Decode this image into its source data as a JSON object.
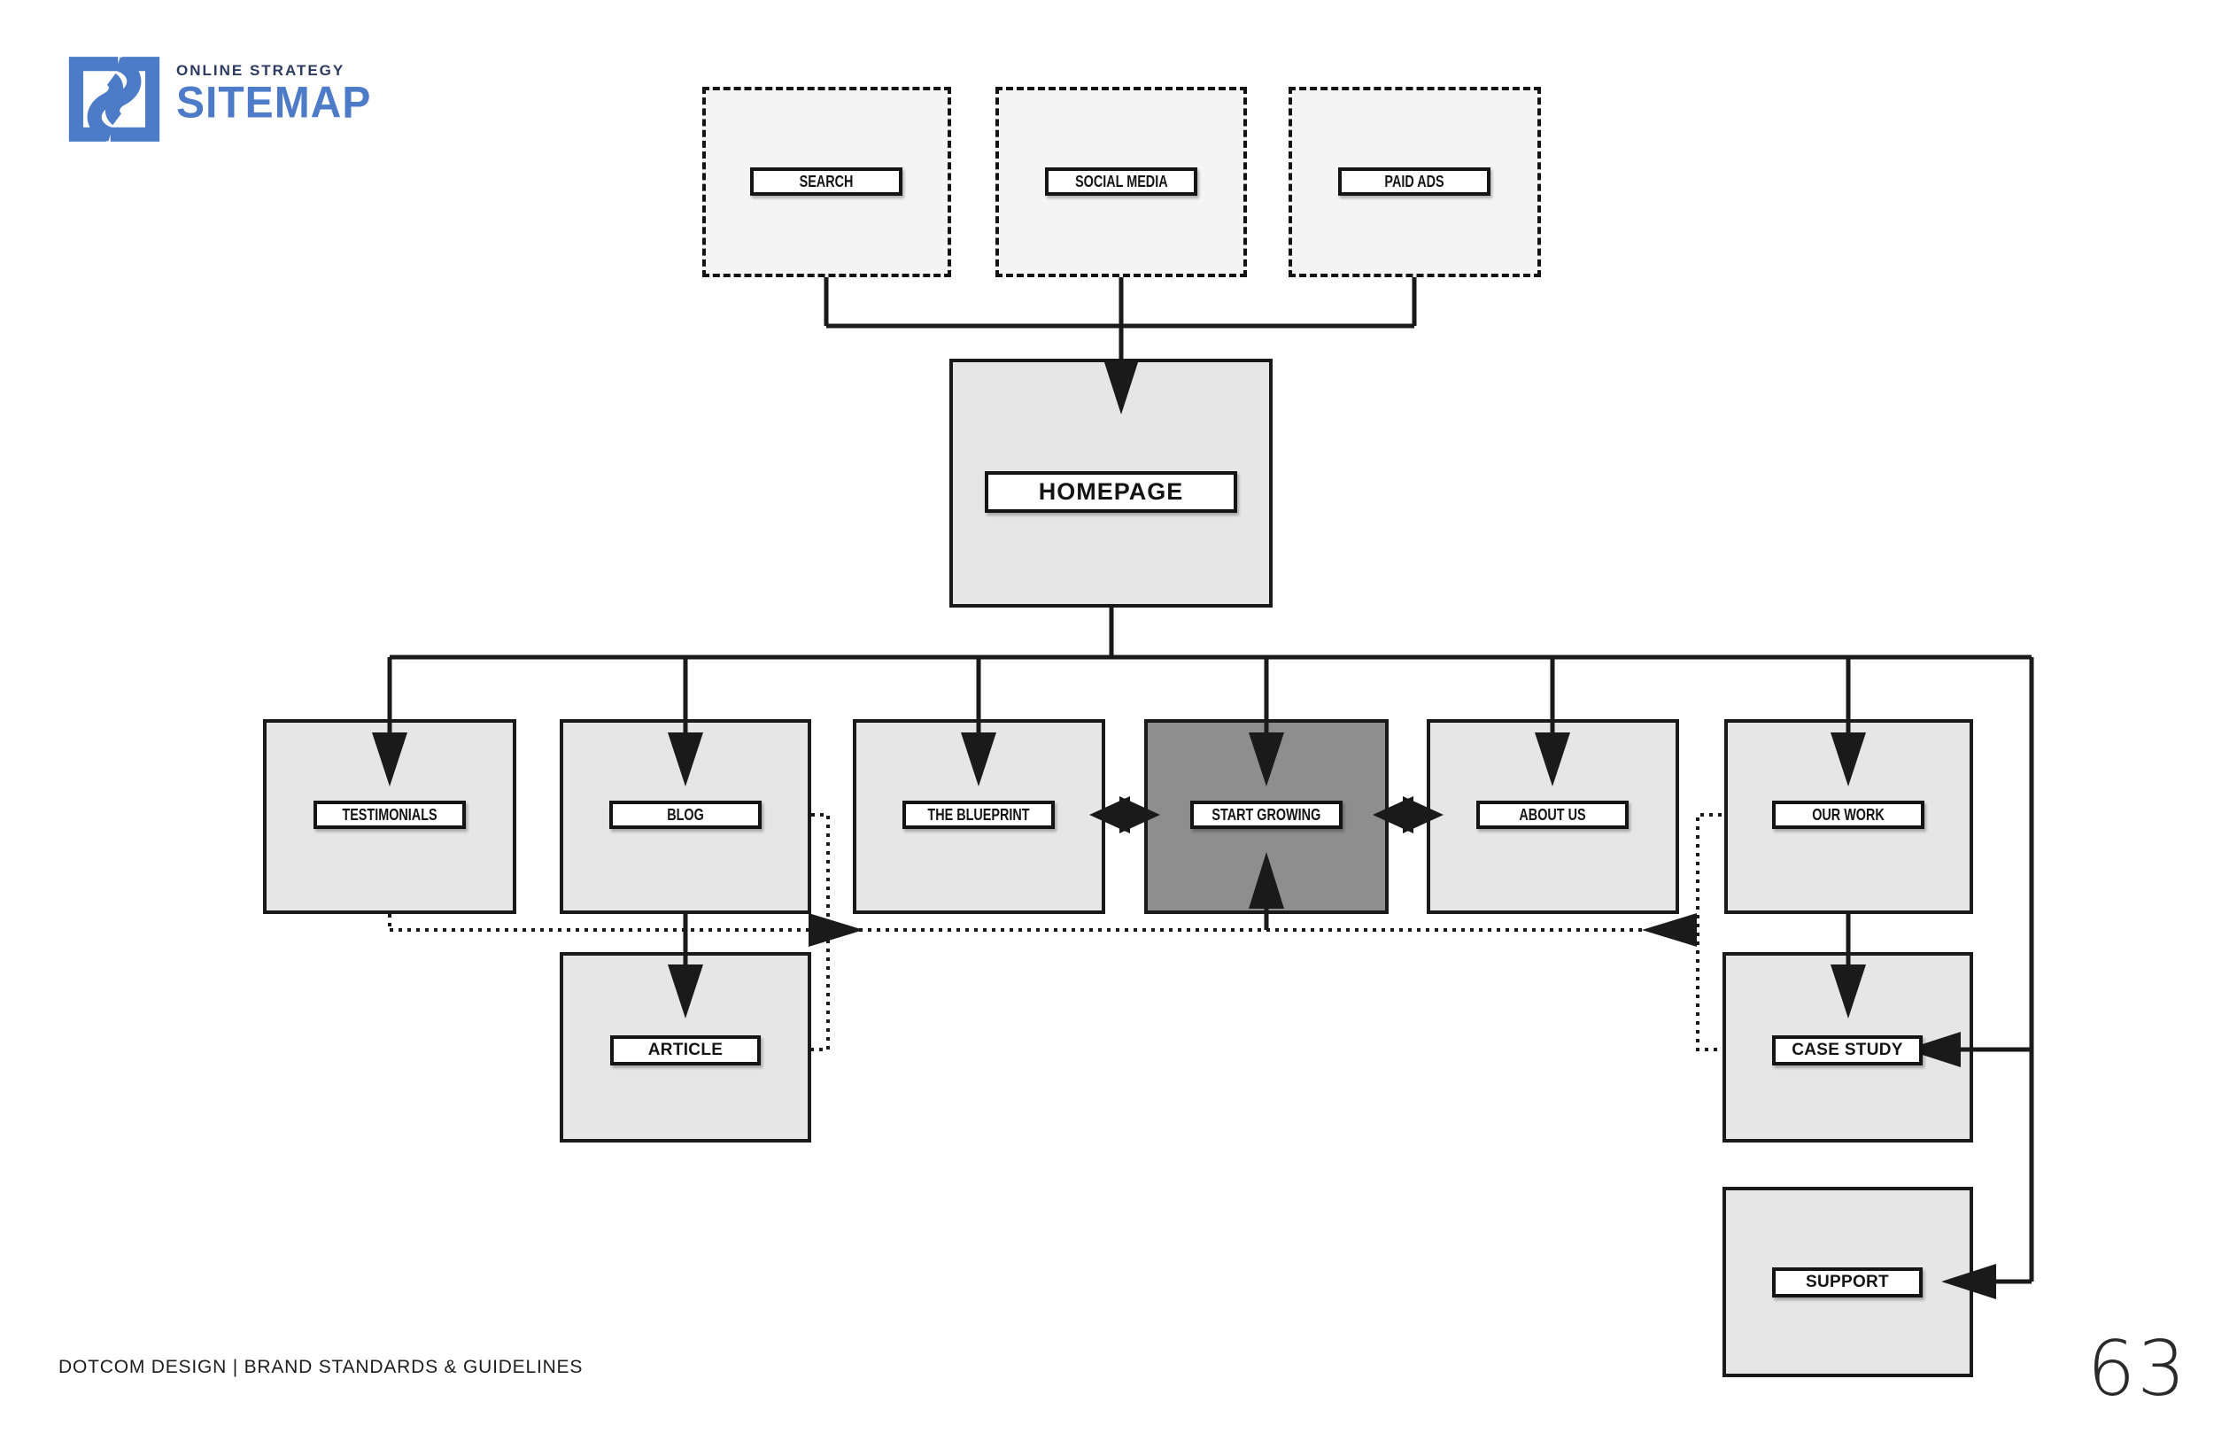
{
  "logo": {
    "tagline": "ONLINE STRATEGY",
    "title": "SITEMAP",
    "brand_blue": "#4d7bc7",
    "brand_navy": "#2b3a5e"
  },
  "nodes": {
    "search": {
      "label": "SEARCH",
      "type": "external-source"
    },
    "social_media": {
      "label": "SOCIAL MEDIA",
      "type": "external-source"
    },
    "paid_ads": {
      "label": "PAID ADS",
      "type": "external-source"
    },
    "homepage": {
      "label": "HOMEPAGE",
      "type": "page"
    },
    "testimonials": {
      "label": "TESTIMONIALS",
      "type": "page"
    },
    "blog": {
      "label": "BLOG",
      "type": "page"
    },
    "the_blueprint": {
      "label": "THE BLUEPRINT",
      "type": "page"
    },
    "start_growing": {
      "label": "START GROWING",
      "type": "page-highlighted"
    },
    "about_us": {
      "label": "ABOUT US",
      "type": "page"
    },
    "our_work": {
      "label": "OUR WORK",
      "type": "page"
    },
    "article": {
      "label": "ARTICLE",
      "type": "subpage"
    },
    "case_study": {
      "label": "CASE STUDY",
      "type": "subpage"
    },
    "support": {
      "label": "SUPPORT",
      "type": "subpage"
    }
  },
  "edges": [
    {
      "from": "SEARCH",
      "to": "HOMEPAGE",
      "style": "solid-arrow"
    },
    {
      "from": "SOCIAL MEDIA",
      "to": "HOMEPAGE",
      "style": "solid-arrow"
    },
    {
      "from": "PAID ADS",
      "to": "HOMEPAGE",
      "style": "solid-arrow"
    },
    {
      "from": "HOMEPAGE",
      "to": "TESTIMONIALS",
      "style": "solid-arrow"
    },
    {
      "from": "HOMEPAGE",
      "to": "BLOG",
      "style": "solid-arrow"
    },
    {
      "from": "HOMEPAGE",
      "to": "THE BLUEPRINT",
      "style": "solid-arrow"
    },
    {
      "from": "HOMEPAGE",
      "to": "START GROWING",
      "style": "solid-arrow"
    },
    {
      "from": "HOMEPAGE",
      "to": "ABOUT US",
      "style": "solid-arrow"
    },
    {
      "from": "HOMEPAGE",
      "to": "OUR WORK",
      "style": "solid-arrow"
    },
    {
      "from": "HOMEPAGE",
      "to": "CASE STUDY",
      "style": "solid-arrow-right-rail"
    },
    {
      "from": "HOMEPAGE",
      "to": "SUPPORT",
      "style": "solid-arrow-right-rail"
    },
    {
      "from": "BLOG",
      "to": "ARTICLE",
      "style": "solid-arrow"
    },
    {
      "from": "OUR WORK",
      "to": "CASE STUDY",
      "style": "solid-arrow"
    },
    {
      "from": "THE BLUEPRINT",
      "to": "START GROWING",
      "style": "dotted-bidirectional"
    },
    {
      "from": "START GROWING",
      "to": "ABOUT US",
      "style": "dotted-bidirectional"
    },
    {
      "from": "TESTIMONIALS",
      "to": "START GROWING",
      "style": "dotted-arrow"
    },
    {
      "from": "ARTICLE",
      "to": "START GROWING",
      "style": "dotted-arrow"
    },
    {
      "from": "BLOG",
      "to": "ARTICLE",
      "style": "dotted-link"
    },
    {
      "from": "OUR WORK",
      "to": "START GROWING",
      "style": "dotted-arrow"
    },
    {
      "from": "CASE STUDY",
      "to": "START GROWING",
      "style": "dotted-arrow"
    }
  ],
  "colors": {
    "page_fill": "#e6e6e6",
    "source_fill": "#f4f4f4",
    "highlight_fill": "#8e8e8e",
    "line": "#1a1a1a",
    "label_bg": "#ffffff",
    "brand_blue": "#4d7bc7",
    "brand_navy": "#2b3a5e"
  },
  "footer": {
    "text": "DOTCOM DESIGN | BRAND STANDARDS & GUIDELINES",
    "page_number": "63"
  }
}
